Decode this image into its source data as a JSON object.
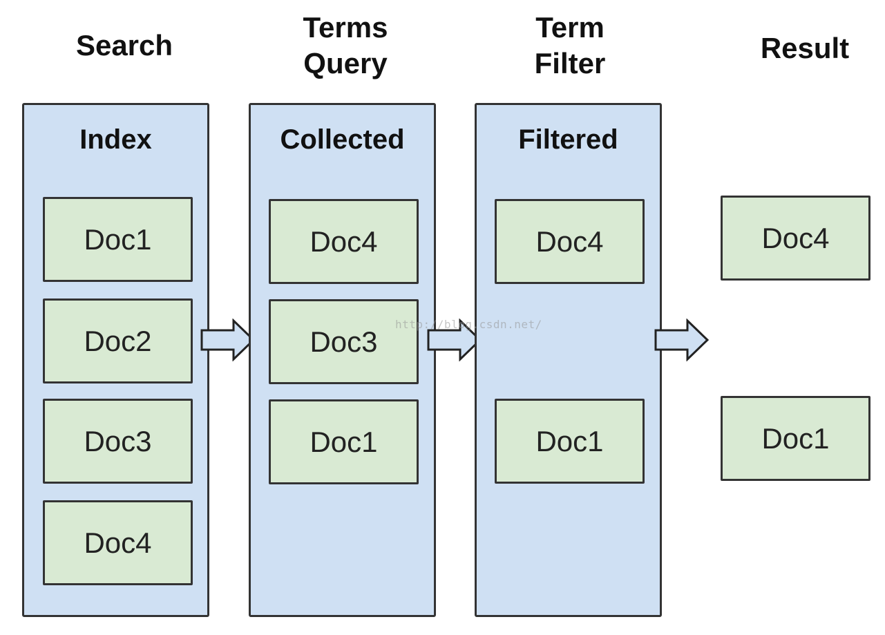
{
  "headings": {
    "search": "Search",
    "terms_query": [
      "Terms",
      "Query"
    ],
    "term_filter": [
      "Term",
      "Filter"
    ],
    "result": "Result"
  },
  "columns": {
    "index": {
      "title": "Index",
      "docs": [
        "Doc1",
        "Doc2",
        "Doc3",
        "Doc4"
      ]
    },
    "collected": {
      "title": "Collected",
      "docs": [
        "Doc4",
        "Doc3",
        "Doc1"
      ]
    },
    "filtered": {
      "title": "Filtered",
      "docs": [
        "Doc4",
        "Doc1"
      ]
    }
  },
  "result": {
    "docs": [
      "Doc4",
      "Doc1"
    ]
  },
  "watermark": "http://blog.csdn.net/",
  "colors": {
    "column_fill": "#cfe0f3",
    "doc_fill": "#d9ead3",
    "stroke": "#333333"
  },
  "icons": {
    "flow_arrow": "right-arrow-icon"
  }
}
